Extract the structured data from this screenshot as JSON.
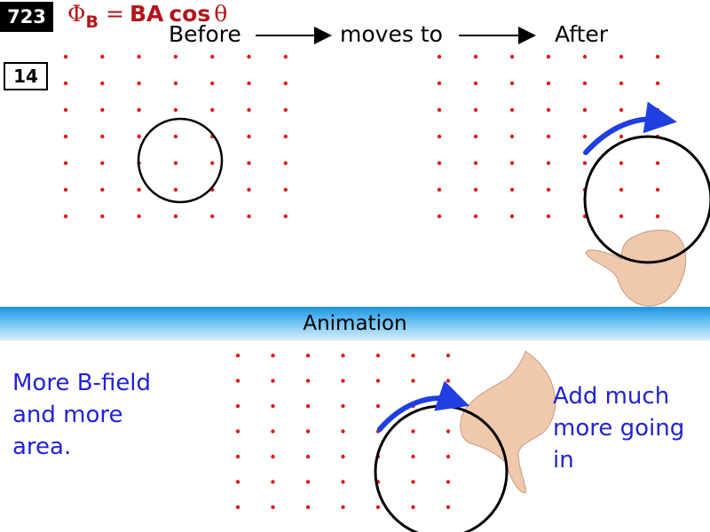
{
  "slide_number": "723",
  "page_number": "14",
  "formula": {
    "phi": "Φ",
    "subscript": "B",
    "equals": "=",
    "ba": "BA",
    "cos": "cos",
    "theta": "θ"
  },
  "header": {
    "before": "Before",
    "moves_to": "moves to",
    "after": "After"
  },
  "animation_label": "Animation",
  "note_left": "More B-field\nand more\narea.",
  "note_right": "Add much\nmore going\nin",
  "colors": {
    "field_dot": "#e01818",
    "arrow": "#1f3fe0",
    "note_text": "#2222d6",
    "formula": "#b3151b"
  }
}
